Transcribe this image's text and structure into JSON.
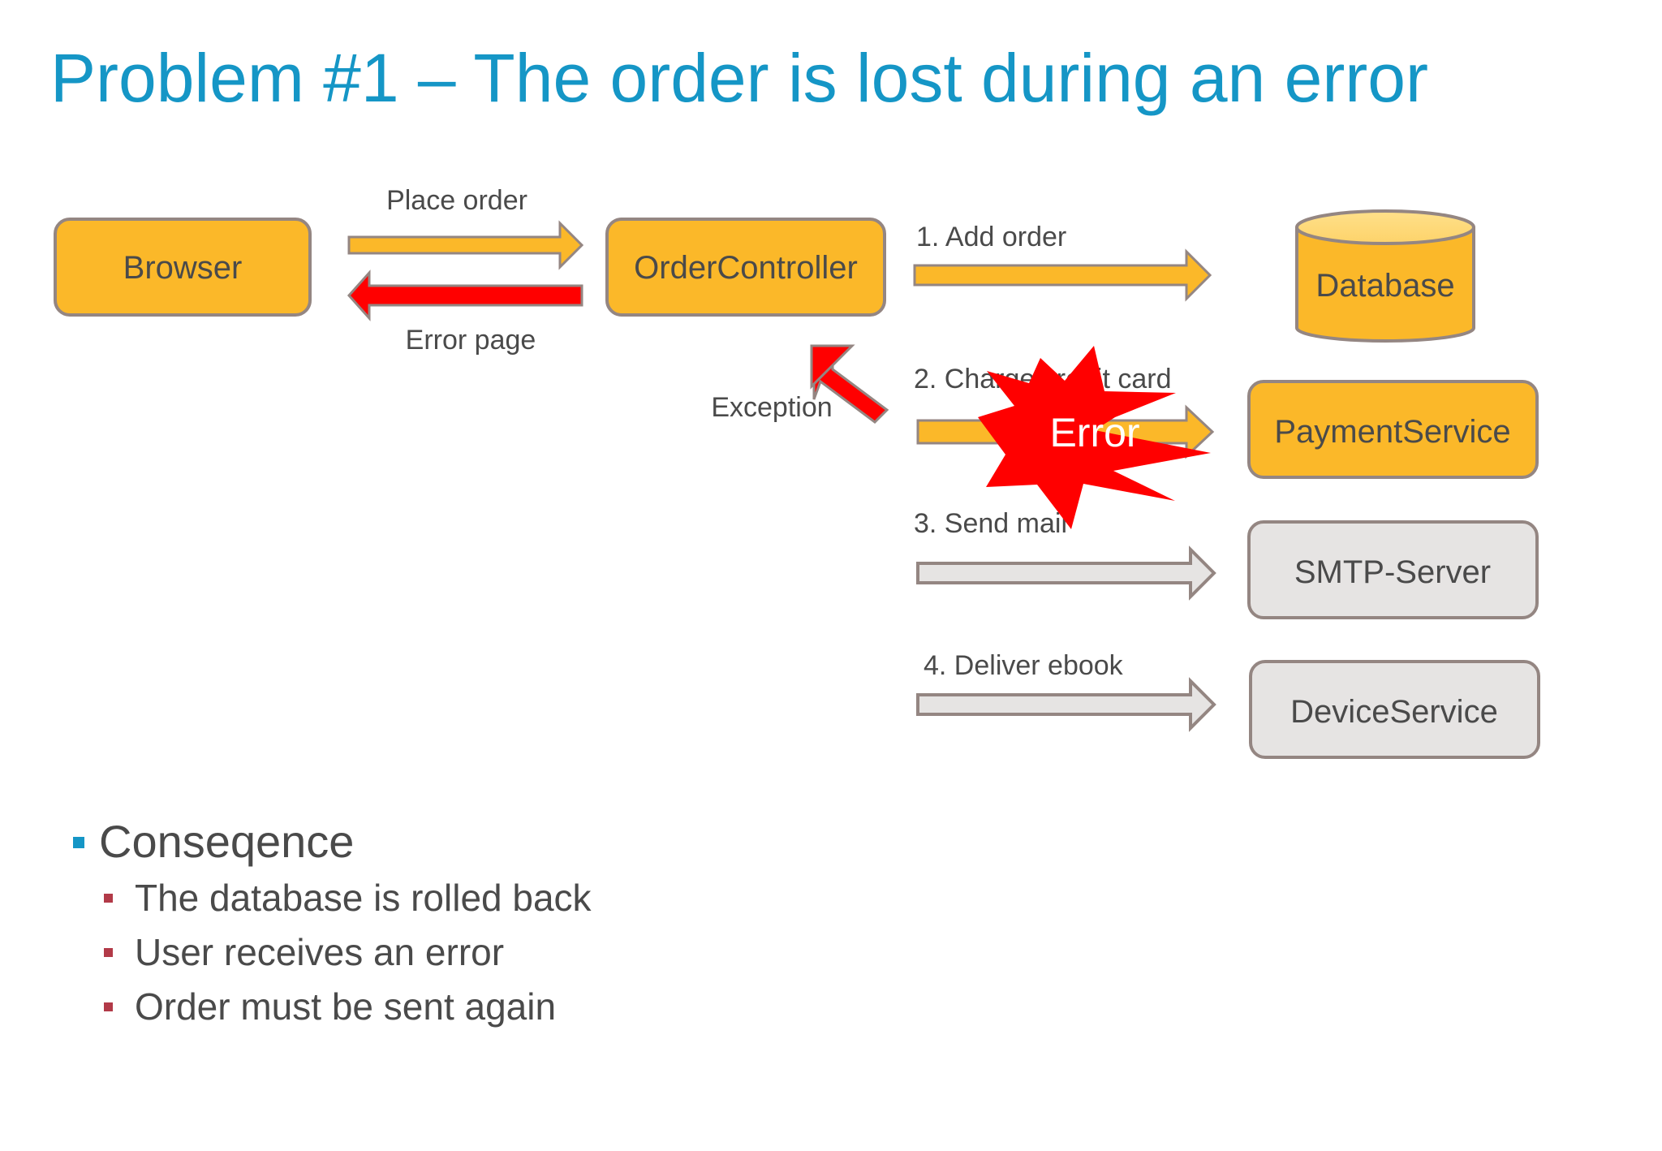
{
  "title": "Problem #1 – The order is lost during an error",
  "nodes": {
    "browser": "Browser",
    "order_controller": "OrderController",
    "database": "Database",
    "payment_service": "PaymentService",
    "smtp_server": "SMTP-Server",
    "device_service": "DeviceService"
  },
  "edges": {
    "place_order": "Place order",
    "error_page": "Error page",
    "exception": "Exception",
    "add_order": "1. Add order",
    "charge_credit_card": "2. Charge credit card",
    "send_mail": "3. Send mail",
    "deliver_ebook": "4. Deliver ebook"
  },
  "error_burst": "Error",
  "consequence": {
    "heading": "Conseqence",
    "items": [
      "The database is rolled back",
      "User receives an error",
      "Order must be sent again"
    ]
  },
  "colors": {
    "title": "#1596c6",
    "active_node": "#fbb829",
    "inactive_node": "#e6e4e3",
    "error": "#ff0000",
    "border": "#948682"
  }
}
